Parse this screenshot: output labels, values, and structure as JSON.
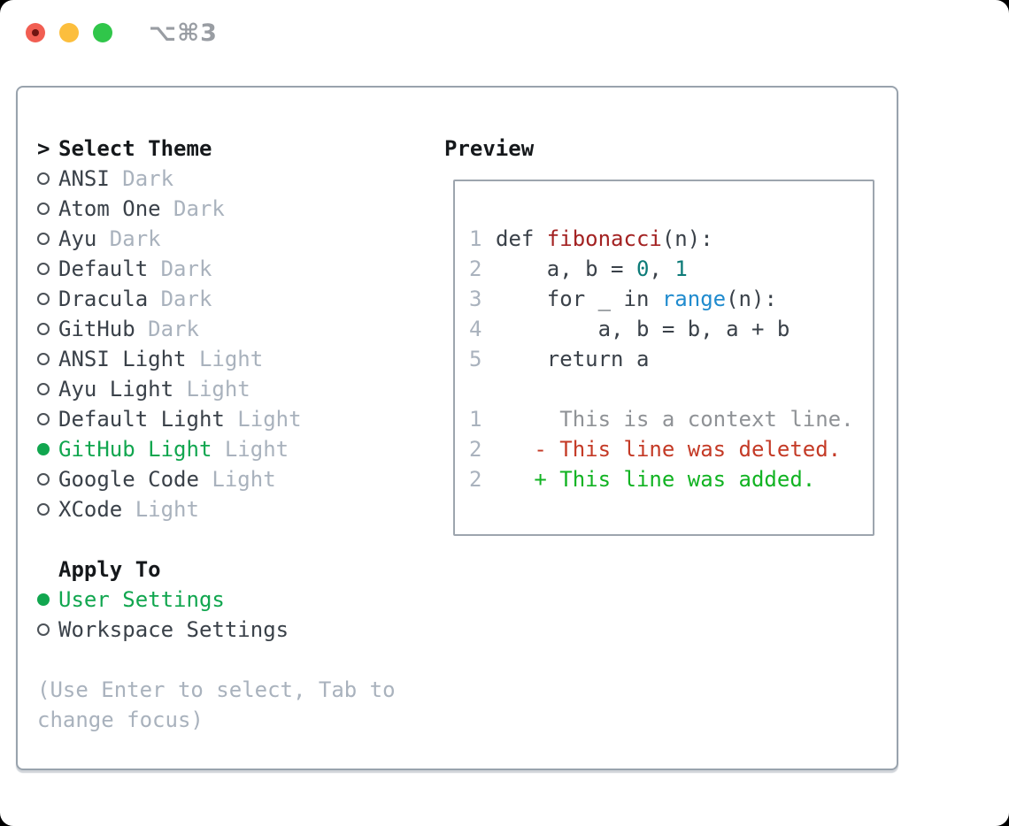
{
  "titlebar": {
    "shortcut_label": "⌥⌘3"
  },
  "colors": {
    "window-bg": "#ffffff",
    "panel-border": "#99a3ad",
    "box-border": "#9da5ae",
    "text-black": "#15181b",
    "text-dark": "#3a4149",
    "muted": "#a9b2bd",
    "line-number": "#a9b2bd",
    "title-gray": "#999da3",
    "bullet-outline": "#4c5258",
    "green-selected": "#11a64f",
    "green-added": "#11b322",
    "red-deleted": "#c43a26",
    "red-function": "#a32222",
    "teal-number": "#0d7b78",
    "blue-builtin": "#208bce",
    "gray-context": "#8f9296",
    "light-red": "#f15e52",
    "light-red-dot": "#701511",
    "light-yellow": "#fcbe3d",
    "light-green": "#30c64a"
  },
  "theme_picker": {
    "caret": ">",
    "header": "Select Theme",
    "items": [
      {
        "name": "ANSI",
        "variant": "Dark",
        "selected": false
      },
      {
        "name": "Atom One",
        "variant": "Dark",
        "selected": false
      },
      {
        "name": "Ayu",
        "variant": "Dark",
        "selected": false
      },
      {
        "name": "Default",
        "variant": "Dark",
        "selected": false
      },
      {
        "name": "Dracula",
        "variant": "Dark",
        "selected": false
      },
      {
        "name": "GitHub",
        "variant": "Dark",
        "selected": false
      },
      {
        "name": "ANSI Light",
        "variant": "Light",
        "selected": false
      },
      {
        "name": "Ayu Light",
        "variant": "Light",
        "selected": false
      },
      {
        "name": "Default Light",
        "variant": "Light",
        "selected": false
      },
      {
        "name": "GitHub Light",
        "variant": "Light",
        "selected": true
      },
      {
        "name": "Google Code",
        "variant": "Light",
        "selected": false
      },
      {
        "name": "XCode",
        "variant": "Light",
        "selected": false
      }
    ]
  },
  "apply_to": {
    "header": "Apply To",
    "options": [
      {
        "label": "User Settings",
        "selected": true
      },
      {
        "label": "Workspace Settings",
        "selected": false
      }
    ]
  },
  "hint": "(Use Enter to select, Tab to change focus)",
  "preview": {
    "header": "Preview",
    "lines": [
      {
        "num": "1",
        "segments": [
          {
            "text": "def ",
            "color": "code"
          },
          {
            "text": "fibonacci",
            "color": "function"
          },
          {
            "text": "(n):",
            "color": "code"
          }
        ]
      },
      {
        "num": "2",
        "segments": [
          {
            "text": "    a, b = ",
            "color": "code"
          },
          {
            "text": "0",
            "color": "number"
          },
          {
            "text": ", ",
            "color": "code"
          },
          {
            "text": "1",
            "color": "number"
          }
        ]
      },
      {
        "num": "3",
        "segments": [
          {
            "text": "    for _ in ",
            "color": "code"
          },
          {
            "text": "range",
            "color": "builtin"
          },
          {
            "text": "(n):",
            "color": "code"
          }
        ]
      },
      {
        "num": "4",
        "segments": [
          {
            "text": "        a, b = b, a + b",
            "color": "code"
          }
        ]
      },
      {
        "num": "5",
        "segments": [
          {
            "text": "    return a",
            "color": "code"
          }
        ]
      },
      {
        "num": "",
        "segments": []
      },
      {
        "num": "1",
        "segments": [
          {
            "text": "     This is a context line.",
            "color": "context"
          }
        ]
      },
      {
        "num": "2",
        "segments": [
          {
            "text": "   - This line was deleted.",
            "color": "deleted"
          }
        ]
      },
      {
        "num": "2",
        "segments": [
          {
            "text": "   + This line was added.",
            "color": "added"
          }
        ]
      }
    ]
  }
}
